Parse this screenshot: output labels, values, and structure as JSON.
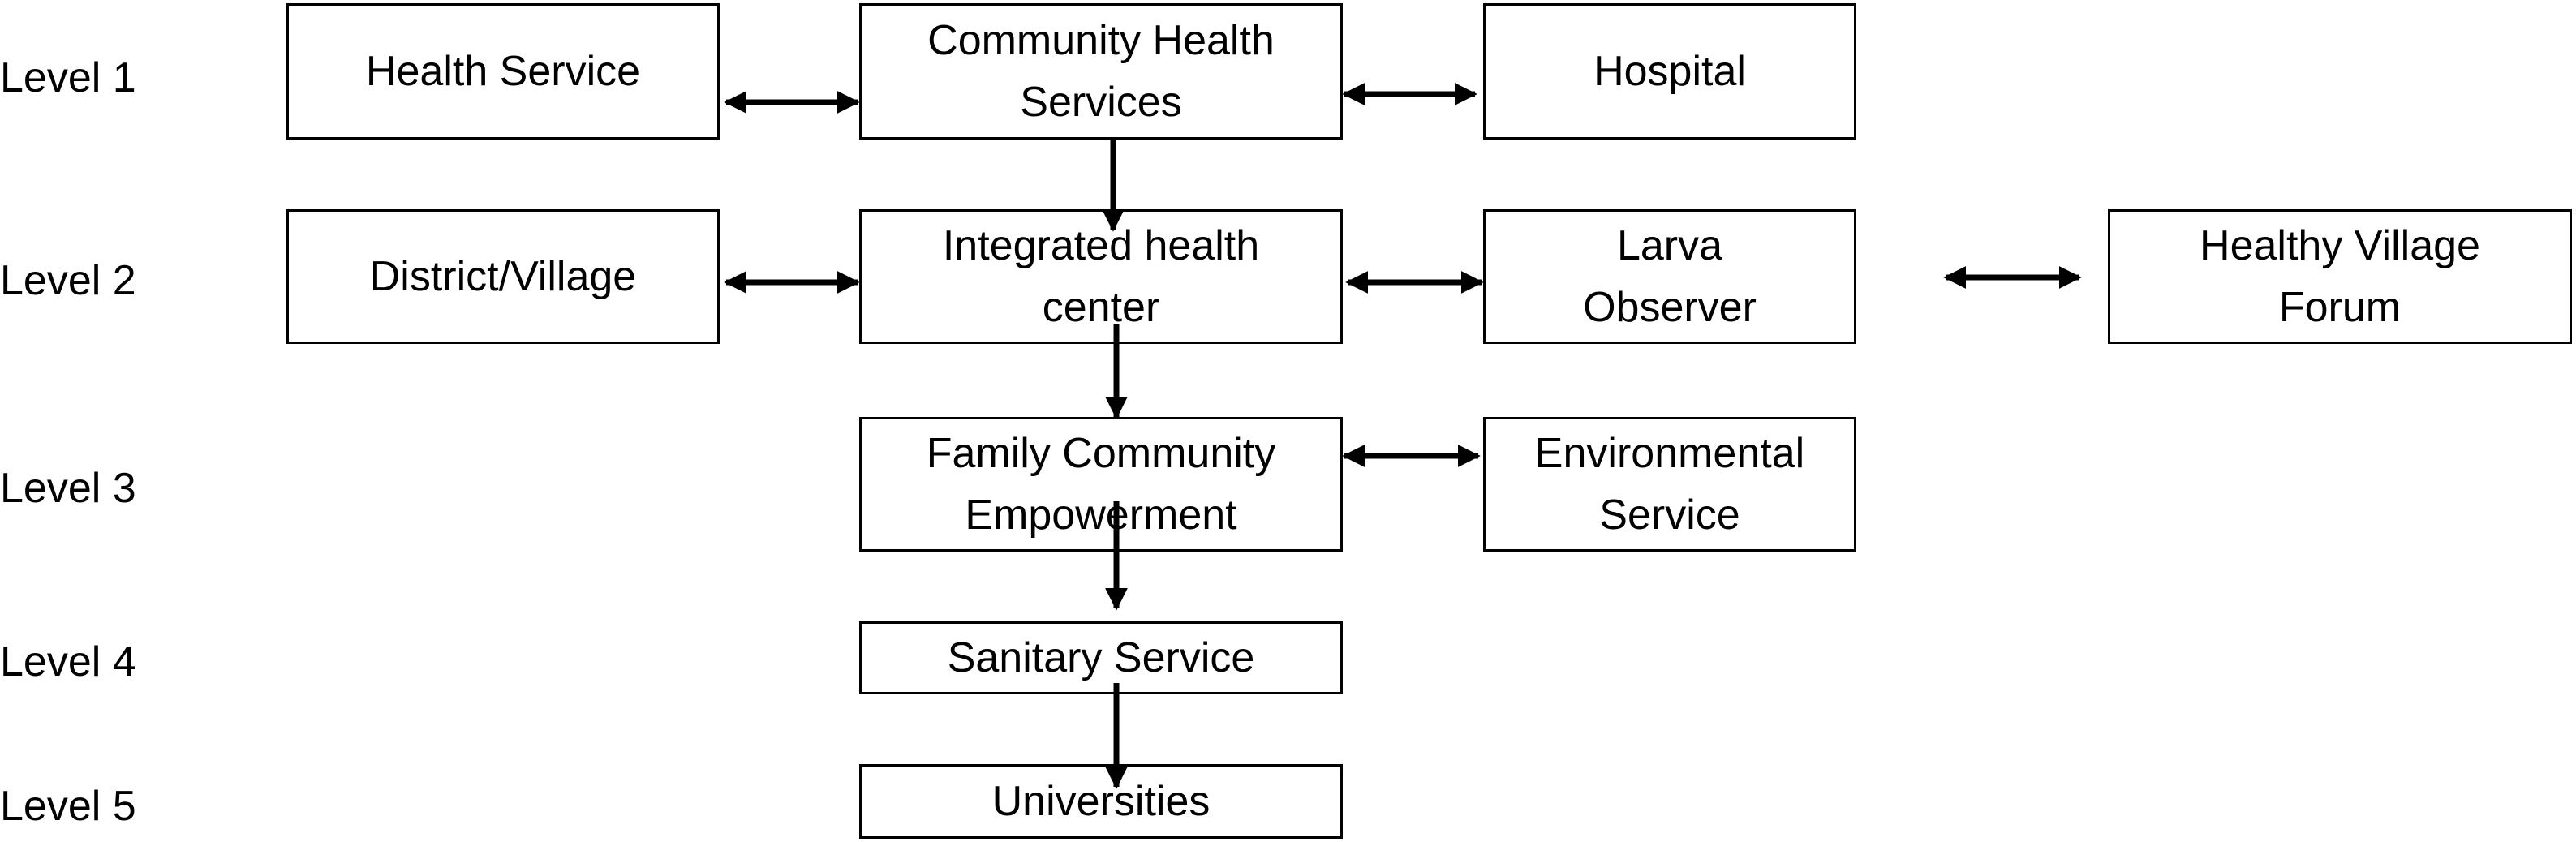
{
  "levels": [
    "Level 1",
    "Level 2",
    "Level 3",
    "Level 4",
    "Level 5"
  ],
  "boxes": {
    "health_service": "Health Service",
    "community_health_services": "Community Health\nServices",
    "hospital": "Hospital",
    "district_village": "District/Village",
    "integrated_health_center": "Integrated health\ncenter",
    "larva_observer": "Larva\nObserver",
    "healthy_village_forum": "Healthy Village\nForum",
    "family_community_empowerment": "Family Community\nEmpowerment",
    "environmental_service": "Environmental\nService",
    "sanitary_service": "Sanitary Service",
    "universities": "Universities"
  }
}
